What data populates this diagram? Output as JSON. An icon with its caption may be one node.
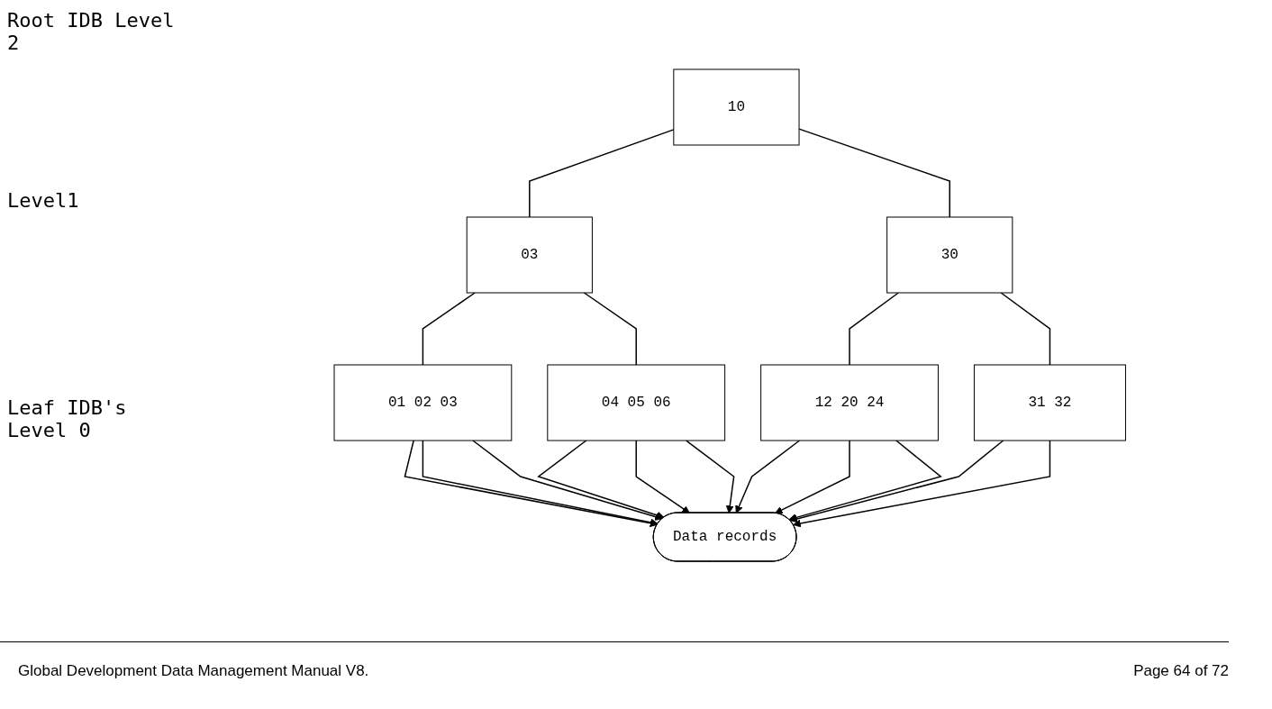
{
  "diagram": {
    "nodes": [
      {
        "text": [
          "10"
        ]
      },
      {
        "text": [
          "03"
        ]
      },
      {
        "text": [
          "30"
        ]
      },
      {
        "text": [
          "01   02   03"
        ]
      },
      {
        "text": [
          "04   05   06"
        ]
      },
      {
        "text": [
          "12   20   24"
        ]
      },
      {
        "text": [
          "31   32"
        ]
      },
      {
        "text": [
          "Data records"
        ]
      }
    ],
    "edges": [
      {
        "from": 0,
        "to": 1,
        "arrow": "none"
      },
      {
        "from": 0,
        "to": 2,
        "arrow": "none"
      },
      {
        "from": 1,
        "to": 3,
        "arrow": "none"
      },
      {
        "from": 1,
        "to": 4,
        "arrow": "none"
      },
      {
        "from": 2,
        "to": 5,
        "arrow": "none"
      },
      {
        "from": 2,
        "to": 6,
        "arrow": "none"
      },
      {
        "from": 3,
        "to": 7,
        "arrow": "to"
      },
      {
        "from": 3,
        "to": 7,
        "arrow": "to"
      },
      {
        "from": 3,
        "to": 7,
        "arrow": "to"
      },
      {
        "from": 4,
        "to": 7,
        "arrow": "to"
      },
      {
        "from": 4,
        "to": 7,
        "arrow": "to"
      },
      {
        "from": 4,
        "to": 7,
        "arrow": "to"
      },
      {
        "from": 5,
        "to": 7,
        "arrow": "to"
      },
      {
        "from": 5,
        "to": 7,
        "arrow": "to"
      },
      {
        "from": 5,
        "to": 7,
        "arrow": "to"
      },
      {
        "from": 6,
        "to": 7,
        "arrow": "to"
      },
      {
        "from": 6,
        "to": 7,
        "arrow": "to"
      }
    ],
    "labels": [
      "Root IDB Level 2",
      "Level1",
      "Leaf IDB's Level 0",
      "Global Development Data Management Manual V8.",
      "Page 64 of 72"
    ]
  }
}
